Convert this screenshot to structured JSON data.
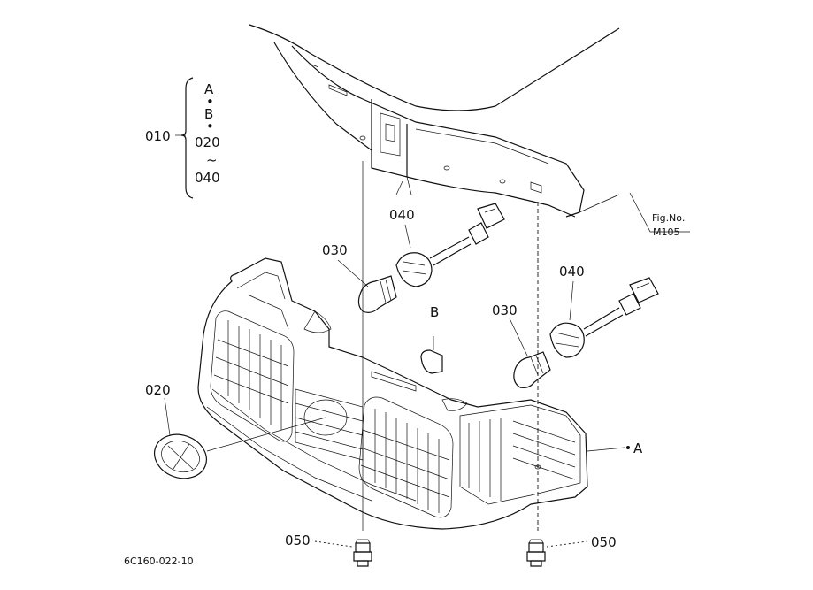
{
  "legend": {
    "ref": "010",
    "lines": [
      "A",
      "•",
      "B",
      "•",
      "020",
      "~",
      "040"
    ]
  },
  "callouts": {
    "c030_left": "030",
    "c040_left": "040",
    "c030_right": "030",
    "c040_right": "040",
    "cB": "B",
    "c020": "020",
    "cA": "A",
    "c050_left": "050",
    "c050_right": "050"
  },
  "figure_ref": {
    "label": "Fig.No.",
    "number": "M105"
  },
  "footer_code": "6C160-022-10"
}
